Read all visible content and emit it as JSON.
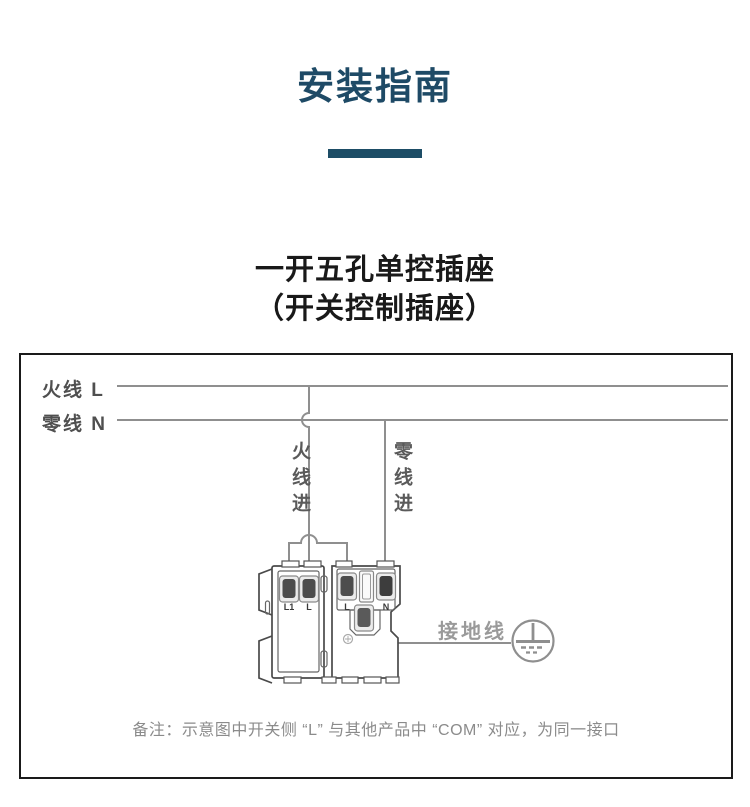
{
  "header": {
    "title": "安装指南",
    "accent_color": "#1e4a66",
    "accent_bar_color": "#1d4d66"
  },
  "subtitle": {
    "line1": "一开五孔单控插座",
    "line2": "（开关控制插座）"
  },
  "diagram": {
    "live_label": "火线 L",
    "neutral_label": "零线 N",
    "live_in_label": "火线进",
    "neutral_in_label": "零线进",
    "ground_label": "接地线",
    "terminals": [
      "L1",
      "L",
      "L",
      "N"
    ],
    "note": "备注：示意图中开关侧 “L” 与其他产品中 “COM” 对应，为同一接口",
    "colors": {
      "wire": "#8f8f8f",
      "device_outline": "#4a4a4a",
      "terminal_fill": "#4d4d4d",
      "box_border": "#1a1a1a",
      "note_text": "#8b8b8b"
    }
  }
}
